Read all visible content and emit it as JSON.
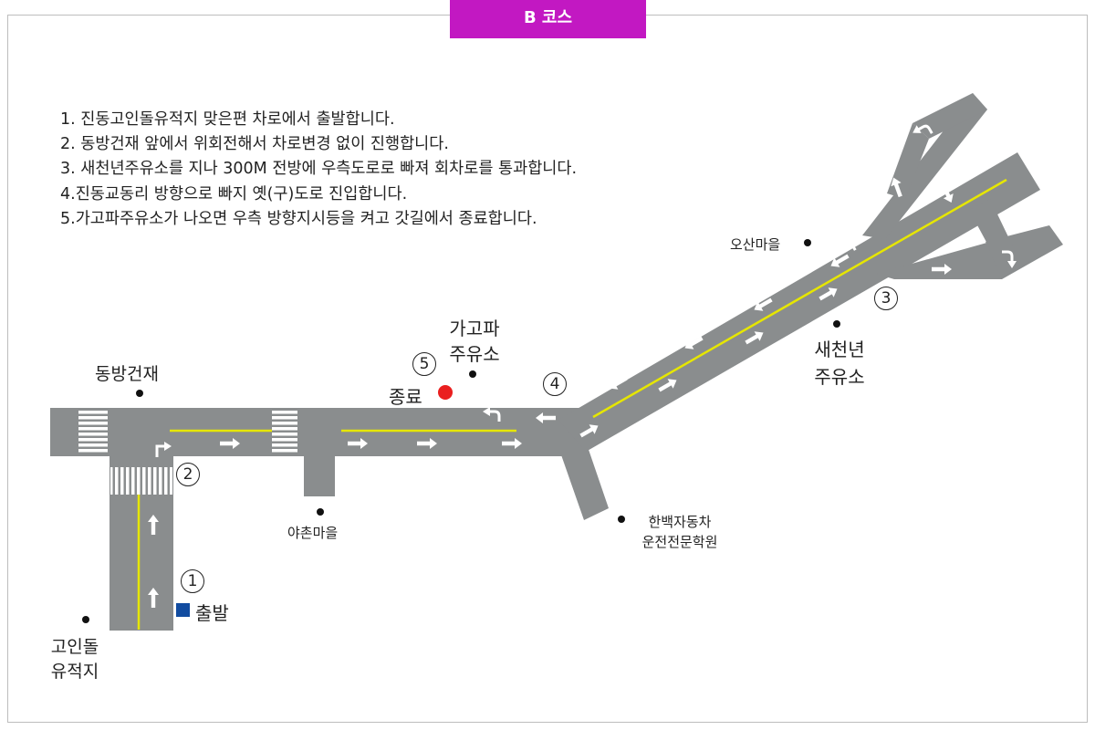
{
  "course_title": "B 코스",
  "instructions": [
    "1. 진동고인돌유적지 맞은편 차로에서 출발합니다.",
    "2. 동방건재 앞에서 위회전해서 차로변경 없이 진행합니다.",
    "3. 새천년주유소를 지나 300M 전방에 우측도로로 빠져 회차로를 통과합니다.",
    "4.진동교동리 방향으로 빠지 옛(구)도로 진입합니다.",
    "5.가고파주유소가 나오면 우측 방향지시등을 켜고 갓길에서 종료합니다."
  ],
  "landmarks": {
    "dongbang": "동방건재",
    "goindol_line1": "고인돌",
    "goindol_line2": "유적지",
    "yachon": "야촌마을",
    "gagopa_line1": "가고파",
    "gagopa_line2": "주유소",
    "hanbaek_line1": "한백자동차",
    "hanbaek_line2": "운전전문학원",
    "saecheonnyeon_line1": "새천년",
    "saecheonnyeon_line2": "주유소",
    "osan": "오산마을"
  },
  "start_label": "출발",
  "end_label": "종료",
  "waypoints": [
    "1",
    "2",
    "3",
    "4",
    "5"
  ],
  "colors": {
    "title_bg": "#c218c2",
    "road": "#8a8d8e",
    "centerline": "#e6e600",
    "start_marker": "#124ca0",
    "end_marker": "#ea1f1f"
  }
}
